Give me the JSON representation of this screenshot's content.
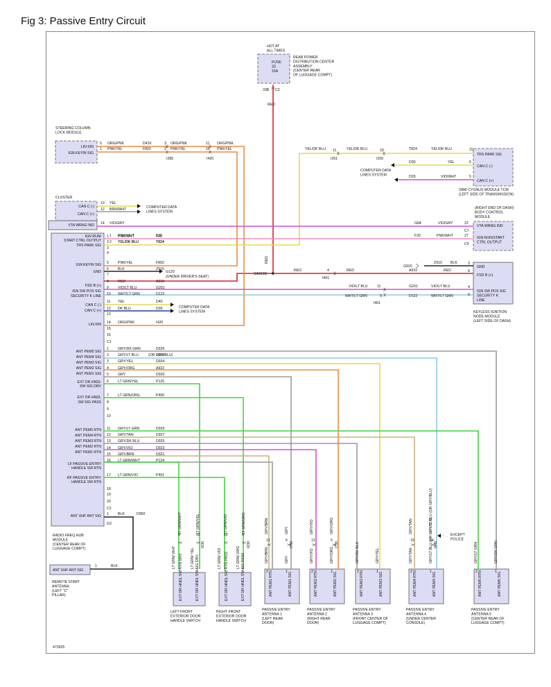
{
  "figure": {
    "title": "Fig 3: Passive Entry Circuit",
    "figure_number": "473925"
  },
  "colors": {
    "red": "#d81f2a",
    "orange": "#f08a3c",
    "yellow": "#e6d84a",
    "violet": "#d34fd3",
    "pink": "#f28fc0",
    "green": "#3fd43f",
    "lightblue": "#8ec9e6",
    "grey": "#9a9a9a",
    "tan": "#c8b07c",
    "black": "#222222",
    "box_fill": "#dcdcf4"
  },
  "fuse_box": {
    "hot": [
      "HOT AT",
      "ALL TIMES"
    ],
    "fuse": [
      "FUSE",
      "33",
      "15A"
    ],
    "desc": [
      "REAR POWER",
      "DISTRIBUTION CENTER",
      "ASSEMBLY",
      "(CENTER REAR",
      "OF LUGGAGE COMPT)"
    ],
    "pin": "33B",
    "conn": "C2",
    "wire": "RED",
    "splice": "SA910C"
  },
  "steering": {
    "title": [
      "STEERING COLUMN",
      "LOCK MODULE"
    ],
    "pins": [
      "LIN KIN",
      "IGN KEYIN SIG"
    ],
    "rows": [
      [
        "5",
        "ORG/PNK",
        "D410",
        "3",
        "ORG/PNK",
        "11",
        "ORG/PNK"
      ],
      [
        "1",
        "PNK/YEL",
        "F892",
        "2",
        "PNK/YEL",
        "16",
        "PNK/YEL"
      ]
    ],
    "conns": [
      "I285",
      "I420"
    ]
  },
  "sbw": {
    "pins": [
      "TRS PARK SIG",
      "CAN C (-)",
      "CAN C (+)"
    ],
    "pin_nums": [
      "15",
      "6",
      "5"
    ],
    "title": [
      "SBW CYGNUS MODULE TCM",
      "(LEFT SIDE OF TRANSMISSION)"
    ],
    "wires": [
      "YEL/DK BLU",
      "11",
      "YEL/DK BLU",
      "19",
      "T824",
      "YEL/DK BLU",
      "I251",
      "I200",
      "D30",
      "YEL",
      "D29",
      "VIO/WHT"
    ],
    "cds": [
      "COMPUTER DATA",
      "LINES SYSTEM"
    ]
  },
  "cluster": {
    "title": "CLUSTER",
    "pins": [
      "CAN C (-)",
      "CAN C (+)"
    ],
    "rows": [
      [
        "13",
        "YEL"
      ],
      [
        "12",
        "BRN/WHT"
      ]
    ],
    "cds": [
      "COMPUTER DATA",
      "LINES SYSTEM"
    ]
  },
  "vta": {
    "label": "VTA WRNG IND",
    "pin": "14",
    "wire": "VIO/GRY",
    "circuit": "G84",
    "wire2": "VIO/GRY",
    "bpin": "22",
    "bconn": "C7"
  },
  "bcm": {
    "pins": [
      "VTA WRNG IND",
      "IGN RUN/START",
      "CTRL OUTPUT"
    ],
    "title": [
      "(RIGHT END OF DASH)",
      "BODY CONTROL",
      "MODULE"
    ],
    "rows": [
      [
        "1",
        "PNK/WHT",
        "F20",
        "F20",
        "PNK/WHT",
        "27"
      ],
      [
        "2",
        "YEL/DK BLU",
        "T824",
        "C5"
      ]
    ]
  },
  "kin": {
    "pins": [
      "GND",
      "FSD B (+)",
      "IGN SW POS SIG",
      "SECURITY K",
      "LINE"
    ],
    "pin_nums": [
      "3",
      "8",
      "4",
      "9"
    ],
    "title": [
      "KEYLESS IGNITION",
      "NODE MODULE",
      "(LEFT SIDE OF DASH)"
    ],
    "wires": [
      "G910",
      "Z910",
      "BLK",
      "A910",
      "RED",
      "RED",
      "4",
      "I401",
      "RED",
      "VIO/LT BLU",
      "11",
      "G201",
      "VIO/LT BLU",
      "WHT/LT GRN",
      "9",
      "D122",
      "WHT/LT GRN",
      "I401"
    ]
  },
  "hub": {
    "pins": [
      "IGN RUN/",
      "START CTRL OUTPUT",
      "TRS PARK SIG",
      "",
      "",
      "IGN KEYIN SIG",
      "GND",
      "",
      "FSD B (+)",
      "IGN SW POS SIG",
      "SECURITY K LINE",
      "CAN C (-)",
      "CAN C (+)",
      "",
      "LIN KIN",
      "ANT PEM5 SIG",
      "ANT PEM4 SIG",
      "ANT PEM3 SIG",
      "ANT PEM2 SIG",
      "ANT PEM1 SIG",
      "EXT DR HNDL",
      "SW SIG DRV",
      "EXT DR HNDL",
      "SW SIG PASS",
      "ANT PEM5 RTN",
      "ANT PEM4 RTN",
      "ANT PEM3 RTN",
      "ANT PEM2 RTN",
      "ANT PEM1 RTN",
      "LF PASSIVE ENTRY",
      "HANDLE SW RTN",
      "RF PASSIVE ENTRY",
      "HANDLE SW RTN",
      "ANT UHF ANT SIG"
    ],
    "title": [
      "RADIO FREQ HUB",
      "MODULE",
      "(CENTER REAR OF",
      "LUGGAGE COMPT)"
    ],
    "c1": [
      [
        "1",
        "PNK/WHT",
        "F20"
      ],
      [
        "2",
        "YEL/DK BLU",
        "T824"
      ],
      [
        "3",
        "",
        ""
      ],
      [
        "4",
        "",
        ""
      ],
      [
        "5",
        "PNK/YEL",
        "F892"
      ],
      [
        "6",
        "BLK",
        "Z916"
      ],
      [
        "7",
        "",
        ""
      ],
      [
        "8",
        "RED",
        "A910"
      ],
      [
        "9",
        "VIO/LT BLU",
        "G201"
      ],
      [
        "10",
        "WHT/LT GRN",
        "D122"
      ],
      [
        "11",
        "YEL",
        "D40"
      ],
      [
        "12",
        "DK BLU",
        "D39"
      ],
      [
        "13",
        "",
        ""
      ],
      [
        "14",
        "ORG/PNK",
        "I420"
      ],
      [
        "15",
        "",
        ""
      ],
      [
        "16",
        "",
        ""
      ]
    ],
    "c2": [
      [
        "1",
        "GRY/DK GRN",
        "D926"
      ],
      [
        "2",
        "GRY/LT BLU",
        "D926"
      ],
      [
        "3",
        "GRY/YEL",
        "D924"
      ],
      [
        "4",
        "GRY/ORG",
        "A922"
      ],
      [
        "5",
        "GRY",
        "D920"
      ],
      [
        "6",
        "LT GRN/YEL",
        "P125"
      ],
      [
        "7",
        "LT GRN/ORG",
        "P400"
      ],
      [
        "8",
        "",
        ""
      ],
      [
        "9",
        "",
        ""
      ],
      [
        "10",
        "",
        ""
      ],
      [
        "11",
        "GRY/LT GRN",
        "D929"
      ],
      [
        "12",
        "GRY/TAN",
        "D927"
      ],
      [
        "13",
        "GRY/DK BLU",
        "D925"
      ],
      [
        "14",
        "GRY/VIO",
        "D923"
      ],
      [
        "15",
        "GRY/BRN",
        "D921"
      ],
      [
        "16",
        "LT GRN/WHT",
        "P124"
      ],
      [
        "17",
        "LT GRN/VIO",
        "P401"
      ],
      [
        "18",
        "",
        ""
      ],
      [
        "19",
        "",
        ""
      ],
      [
        "20",
        "",
        ""
      ]
    ],
    "c3": [
      "1",
      "BLK",
      "D950"
    ],
    "conns": [
      "C1",
      "C2",
      "G3"
    ],
    "alt": "(OR GRY/BLU)",
    "ground": "G120",
    "ground_desc": "(UNDER DRIVER'S SEAT)",
    "cds": [
      "COMPUTER DATA",
      "LINES SYSTEM"
    ]
  },
  "remote": {
    "pin": "ANT UHF ANT SIG",
    "num": "1",
    "wire": "BLK",
    "title": [
      "REMOTE START",
      "ANTENNA",
      "(LEFT \"C\"",
      "PILLAR)"
    ]
  },
  "handles": [
    {
      "title": [
        "LEFT FRONT",
        "EXTERIOR DOOR",
        "HANDLE SWITCH"
      ],
      "pins": [
        "EXT DR HNDL SW RTN DRV",
        "EXT DR HNDL SW SIG DRV"
      ],
      "wires": [
        "LT GRN/WHT",
        "LT GRN/YEL",
        "5",
        "12",
        "I630",
        "LT GRN/ WHT",
        "LT GRN/ YEL",
        "1",
        "2"
      ]
    },
    {
      "title": [
        "RIGHT FRONT",
        "EXTERIOR DOOR",
        "HANDLE SWITCH"
      ],
      "pins": [
        "EXT DR HNDL SW RTN PASS",
        "EXT DR HNDL SW SIG PASS"
      ],
      "wires": [
        "LT GRN/VIO",
        "LT GRN/ORG",
        "12",
        "5",
        "I630",
        "LT GRN/ VIO",
        "LT GRN/ ORG",
        "1",
        "2"
      ]
    }
  ],
  "antennas": [
    {
      "title": [
        "PASSIVE ENTRY",
        "ANTENNA 1",
        "(LEFT REAR",
        "DOOR)"
      ],
      "pins": [
        "ANT PEM1 RTN",
        "ANT PEM1 SIG"
      ],
      "wires": [
        "GRY/BRN",
        "GRY",
        "12",
        "5",
        "I750",
        "GRY/BRN",
        "GRY",
        "2",
        "1"
      ]
    },
    {
      "title": [
        "PASSIVE ENTRY",
        "ANTENNA 2",
        "(RIGHT REAR",
        "DOOR)"
      ],
      "pins": [
        "ANT PEM2 RTN",
        "ANT PEM2 SIG"
      ],
      "wires": [
        "GRY/VIO",
        "GRY/ORG",
        "12",
        "5",
        "I750",
        "GRY/VIO",
        "GRY/ORG",
        "2",
        "1"
      ]
    },
    {
      "title": [
        "PASSIVE ENTRY",
        "ANTENNA 3",
        "(FRONT CENTER OF",
        "LUGGAGE COMPT)"
      ],
      "pins": [
        "ANT PEM3 RTN",
        "ANT PEM3 SIG"
      ],
      "wires": [
        "",
        "",
        "",
        "",
        "",
        "GRY/DK BLU",
        "GRY/YEL",
        "2",
        "1"
      ]
    },
    {
      "title": [
        "PASSIVE ENTRY",
        "ANTENNA 4",
        "(UNDER CENTER",
        "CONSOLE)"
      ],
      "pins": [
        "ANT PEM4 RTN",
        "ANT PEM4 SIG"
      ],
      "wires": [
        "GRY/TAN",
        "GRY/LT BLU (OR GRY/BLU)",
        "15",
        "14",
        "I449",
        "GRY/TAN",
        "GRY/LT BLU (OR GRY/BLU)",
        "2",
        "1"
      ]
    },
    {
      "title": [
        "PASSIVE ENTRY",
        "ANTENNA 5",
        "(CENTER REAR OF",
        "LUGGAGE COMPT)"
      ],
      "pins": [
        "ANT PEM5 RTN",
        "ANT PEM5 SIG"
      ],
      "wires": [
        "",
        "",
        "",
        "",
        "",
        "GRY/LT GRN",
        "GRY/DK GRN",
        "2",
        "1"
      ]
    }
  ],
  "except": [
    "EXCEPT",
    "POLICE"
  ]
}
